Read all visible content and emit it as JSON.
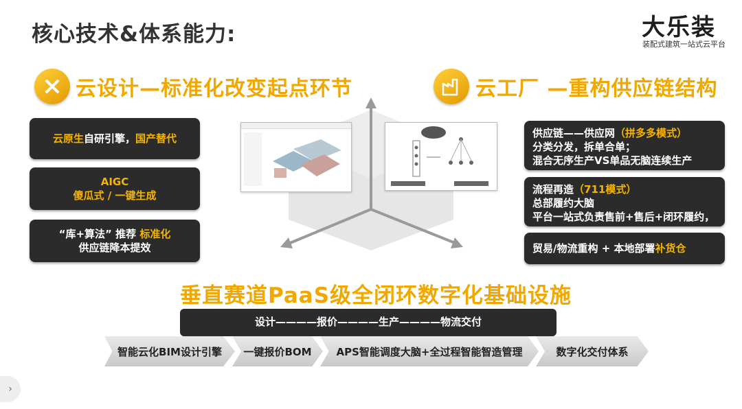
{
  "page_title": "核心技术&体系能力:",
  "logo": {
    "name": "大乐装",
    "tagline": "装配式建筑一站式云平台"
  },
  "left_section": {
    "title": "云设计—标准化改变起点环节",
    "icon": "design-tools-icon",
    "cards": [
      {
        "a": "云原生",
        "b": "自研引擎，",
        "c": "国产替代"
      },
      {
        "line1": "AIGC",
        "line2": "傻瓜式 / 一键生成"
      },
      {
        "a": "“库+算法” 推荐 ",
        "b": "标准化",
        "line2": "供应链降本提效"
      }
    ]
  },
  "right_section": {
    "title": "云工厂 —重构供应链结构",
    "icon": "factory-icon",
    "cards": [
      {
        "l1a": "供应链——供应网",
        "l1b": "（拼多多模式）",
        "l2": "分类分发，拆单合单；",
        "l3": "混合无序生产VS单品无脑连续生产"
      },
      {
        "l1a": "流程再造",
        "l1b": "（711模式）",
        "l2": "总部履约大脑",
        "l3": "平台一站式负责售前+售后+闭环履约，"
      },
      {
        "a": "贸易/物流重构 + 本地部署",
        "b": "补货仓"
      }
    ]
  },
  "bottom": {
    "title": "垂直赛道PaaS级全闭环数字化基础设施",
    "process": "设计————报价————生产————物流交付",
    "steps": [
      "智能云化BIM设计引擎",
      "一键报价BOM",
      "APS智能调度大脑+全过程智能智造管理",
      "数字化交付体系"
    ]
  },
  "colors": {
    "accent": "#f5b400",
    "card_bg": "#2b2b2b"
  }
}
